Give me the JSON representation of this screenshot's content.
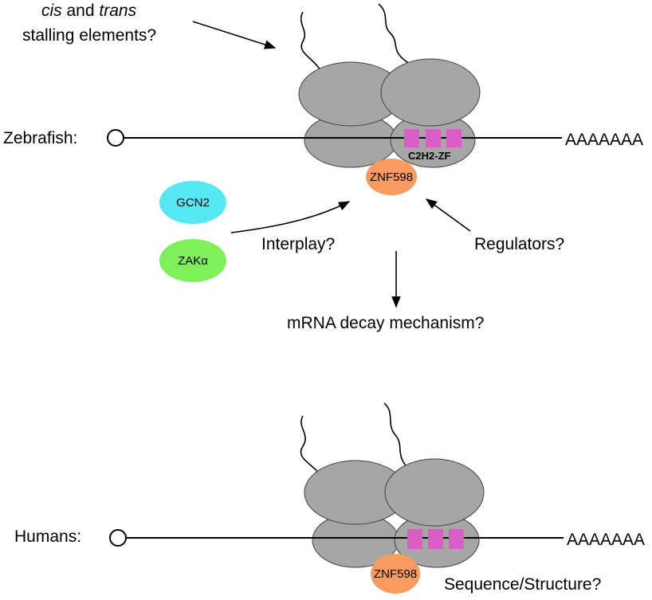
{
  "colors": {
    "ribosome": "#a6a6a6",
    "znf598": "#f79b5f",
    "zinc_finger": "#d95fc6",
    "gcn2": "#55e8f2",
    "zak": "#7ef05a"
  },
  "top": {
    "title_italic_1": "cis",
    "title_and": " and ",
    "title_italic_2": "trans",
    "title_line2": "stalling elements?",
    "species": "Zebrafish:",
    "poly_a": "AAAAAAA",
    "zinc_finger_label": "C2H2-ZF",
    "znf598": "ZNF598",
    "gcn2": "GCN2",
    "zak": "ZAKα",
    "interplay": "Interplay?",
    "regulators": "Regulators?",
    "decay": "mRNA decay mechanism?"
  },
  "bottom": {
    "species": "Humans:",
    "poly_a": "AAAAAAA",
    "znf598": "ZNF598",
    "sequence": "Sequence/Structure?"
  }
}
